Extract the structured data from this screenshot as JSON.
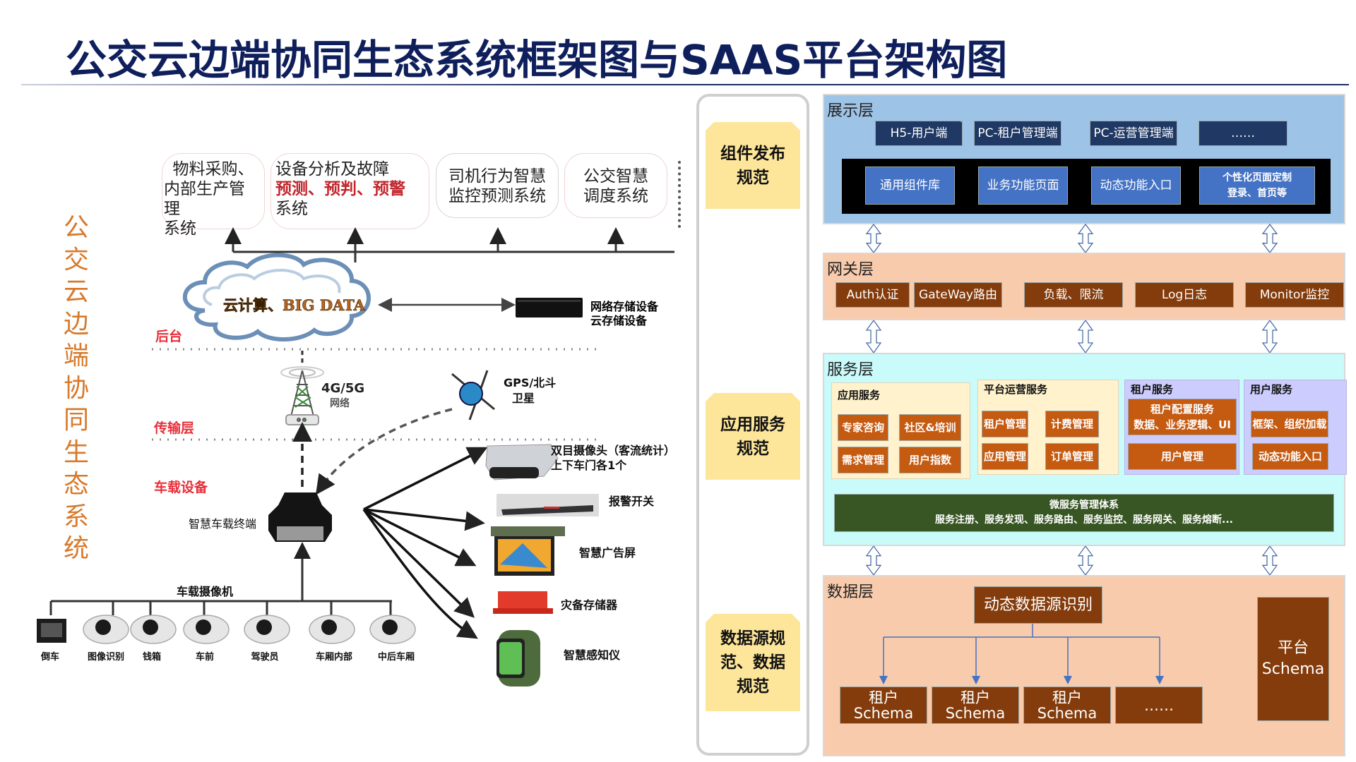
{
  "title": "公交云边端协同生态系统框架图与SAAS平台架构图",
  "left": {
    "vertical_title": "公交云边端协同生态系统",
    "top_systems": [
      {
        "line1": "物料采购、",
        "line2": "内部生产管理",
        "line3": "系统"
      },
      {
        "line1": "设备分析及故障",
        "highlight": "预测、预判、预警",
        "line3": "系统"
      },
      {
        "line1": "司机行为智慧",
        "line2": "监控预测系统"
      },
      {
        "line1": "公交智慧",
        "line2": "调度系统"
      }
    ],
    "cloud_label": "云计算、BIG DATA",
    "storage_label_1": "网络存储设备",
    "storage_label_2": "云存储设备",
    "layers": {
      "backend": "后台",
      "transport": "传输层",
      "vehicle": "车载设备"
    },
    "network_label_1": "4G/5G",
    "network_label_2": "网络",
    "satellite_label_1": "GPS/北斗",
    "satellite_label_2": "卫星",
    "terminal_label": "智慧车载终端",
    "devices": [
      {
        "line1": "双目摄像头（客流统计）",
        "line2": "上下车门各1个"
      },
      {
        "line1": "报警开关"
      },
      {
        "line1": "智慧广告屏"
      },
      {
        "line1": "灾备存储器"
      },
      {
        "line1": "智慧感知仪"
      }
    ],
    "camera_group_label": "车载摄像机",
    "cameras": [
      "倒车",
      "图像识别",
      "钱箱",
      "车前",
      "驾驶员",
      "车厢内部",
      "中后车厢"
    ]
  },
  "specs": [
    "组件发布规范",
    "应用服务规范",
    "数据源规范、数据规范"
  ],
  "specs_lines": [
    [
      "组件发布",
      "规范"
    ],
    [
      "应用服务",
      "规范"
    ],
    [
      "数据源规",
      "范、数据",
      "规范"
    ]
  ],
  "presentation": {
    "title": "展示层",
    "clients": [
      "H5-用户端",
      "PC-租户管理端",
      "PC-运营管理端",
      "……"
    ],
    "components": [
      "通用组件库",
      "业务功能页面",
      "动态功能入口"
    ],
    "custom_line1": "个性化页面定制",
    "custom_line2": "登录、首页等"
  },
  "gateway": {
    "title": "网关层",
    "items": [
      "Auth认证",
      "GateWay路由",
      "负载、限流",
      "Log日志",
      "Monitor监控"
    ]
  },
  "service": {
    "title": "服务层",
    "groups": [
      {
        "title": "应用服务",
        "items": [
          "专家咨询",
          "社区&培训",
          "需求管理",
          "用户指数"
        ]
      },
      {
        "title": "平台运营服务",
        "items": [
          "租户管理",
          "计费管理",
          "应用管理",
          "订单管理"
        ]
      },
      {
        "title": "租户服务",
        "items": [
          "租户配置服务",
          "数据、业务逻辑、UI",
          "用户管理"
        ]
      },
      {
        "title": "用户服务",
        "items": [
          "框架、组织加载",
          "动态功能入口"
        ]
      }
    ],
    "micro_title": "微服务管理体系",
    "micro_desc": "服务注册、服务发现、服务路由、服务监控、服务网关、服务熔断..."
  },
  "data": {
    "title": "数据层",
    "source": "动态数据源识别",
    "schemas": [
      "租户Schema",
      "租户Schema",
      "租户Schema",
      "……"
    ],
    "platform_line1": "平台",
    "platform_line2": "Schema"
  },
  "colors": {
    "title": "#0f1f5c",
    "presentation_bg": "#9dc3e6",
    "gateway_bg": "#f8cbad",
    "service_bg": "#c9fbfb",
    "data_bg": "#f8cbad",
    "brown": "#843c0c",
    "orange": "#c55a11",
    "micro": "#375623"
  }
}
